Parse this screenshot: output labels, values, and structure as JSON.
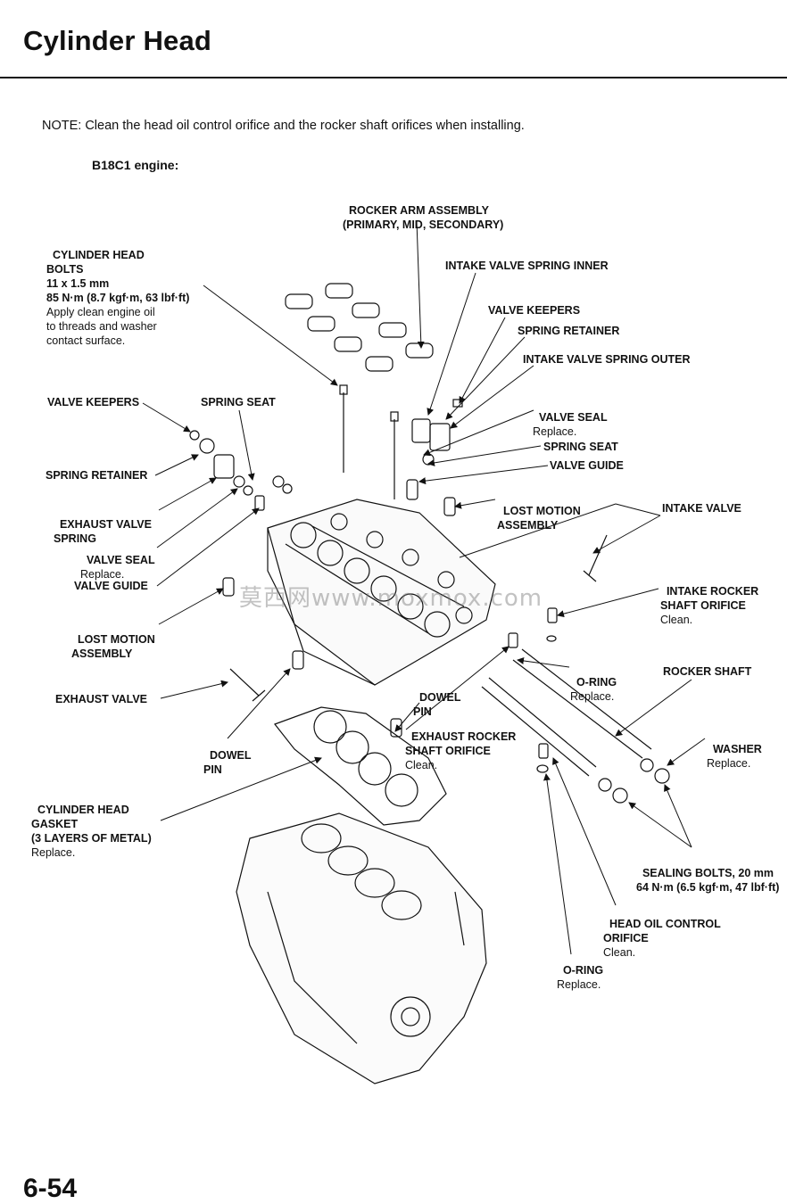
{
  "page": {
    "title": "Cylinder Head",
    "note": "NOTE:  Clean the head oil control orifice and the rocker shaft orifices when installing.",
    "engine": "B18C1 engine:",
    "page_number": "6-54",
    "watermark": "莫西网www.moxmox.com"
  },
  "labels": {
    "rocker_arm": "ROCKER ARM ASSEMBLY",
    "rocker_arm_sub": "(PRIMARY, MID, SECONDARY)",
    "head_bolts_1": "CYLINDER HEAD",
    "head_bolts_2": "BOLTS",
    "head_bolts_3": "11 x 1.5 mm",
    "head_bolts_4": "85 N·m (8.7 kgf·m, 63 lbf·ft)",
    "head_bolts_5": "Apply clean engine oil",
    "head_bolts_6": "to threads and washer",
    "head_bolts_7": "contact surface.",
    "intake_spring_inner": "INTAKE VALVE SPRING INNER",
    "valve_keepers_r": "VALVE KEEPERS",
    "spring_retainer_r": "SPRING RETAINER",
    "intake_spring_outer": "INTAKE VALVE SPRING OUTER",
    "valve_keepers_l": "VALVE KEEPERS",
    "spring_seat_l": "SPRING SEAT",
    "valve_seal_r": "VALVE SEAL",
    "valve_seal_r_sub": "Replace.",
    "spring_seat_r": "SPRING SEAT",
    "spring_retainer_l": "SPRING RETAINER",
    "valve_guide_r": "VALVE GUIDE",
    "lost_motion_r_1": "LOST MOTION",
    "lost_motion_r_2": "ASSEMBLY",
    "exhaust_spring_1": "EXHAUST VALVE",
    "exhaust_spring_2": "SPRING",
    "intake_valve": "INTAKE VALVE",
    "valve_seal_l": "VALVE SEAL",
    "valve_seal_l_sub": "Replace.",
    "intake_rocker_orifice_1": "INTAKE ROCKER",
    "intake_rocker_orifice_2": "SHAFT ORIFICE",
    "intake_rocker_orifice_sub": "Clean.",
    "valve_guide_l": "VALVE GUIDE",
    "lost_motion_l_1": "LOST MOTION",
    "lost_motion_l_2": "ASSEMBLY",
    "o_ring_1": "O-RING",
    "o_ring_1_sub": "Replace.",
    "rocker_shaft": "ROCKER SHAFT",
    "dowel_pin_r_1": "DOWEL",
    "dowel_pin_r_2": "PIN",
    "exhaust_valve": "EXHAUST VALVE",
    "exhaust_rocker_orifice_1": "EXHAUST ROCKER",
    "exhaust_rocker_orifice_2": "SHAFT ORIFICE",
    "exhaust_rocker_orifice_sub": "Clean.",
    "washer": "WASHER",
    "washer_sub": "Replace.",
    "dowel_pin_l_1": "DOWEL",
    "dowel_pin_l_2": "PIN",
    "gasket_1": "CYLINDER HEAD",
    "gasket_2": "GASKET",
    "gasket_3": "(3 LAYERS OF METAL)",
    "gasket_sub": "Replace.",
    "sealing_bolts_1": "SEALING BOLTS, 20 mm",
    "sealing_bolts_2": "64 N·m (6.5 kgf·m, 47 lbf·ft)",
    "head_oil_orifice_1": "HEAD OIL CONTROL",
    "head_oil_orifice_2": "ORIFICE",
    "head_oil_orifice_sub": "Clean.",
    "o_ring_2": "O-RING",
    "o_ring_2_sub": "Replace."
  }
}
